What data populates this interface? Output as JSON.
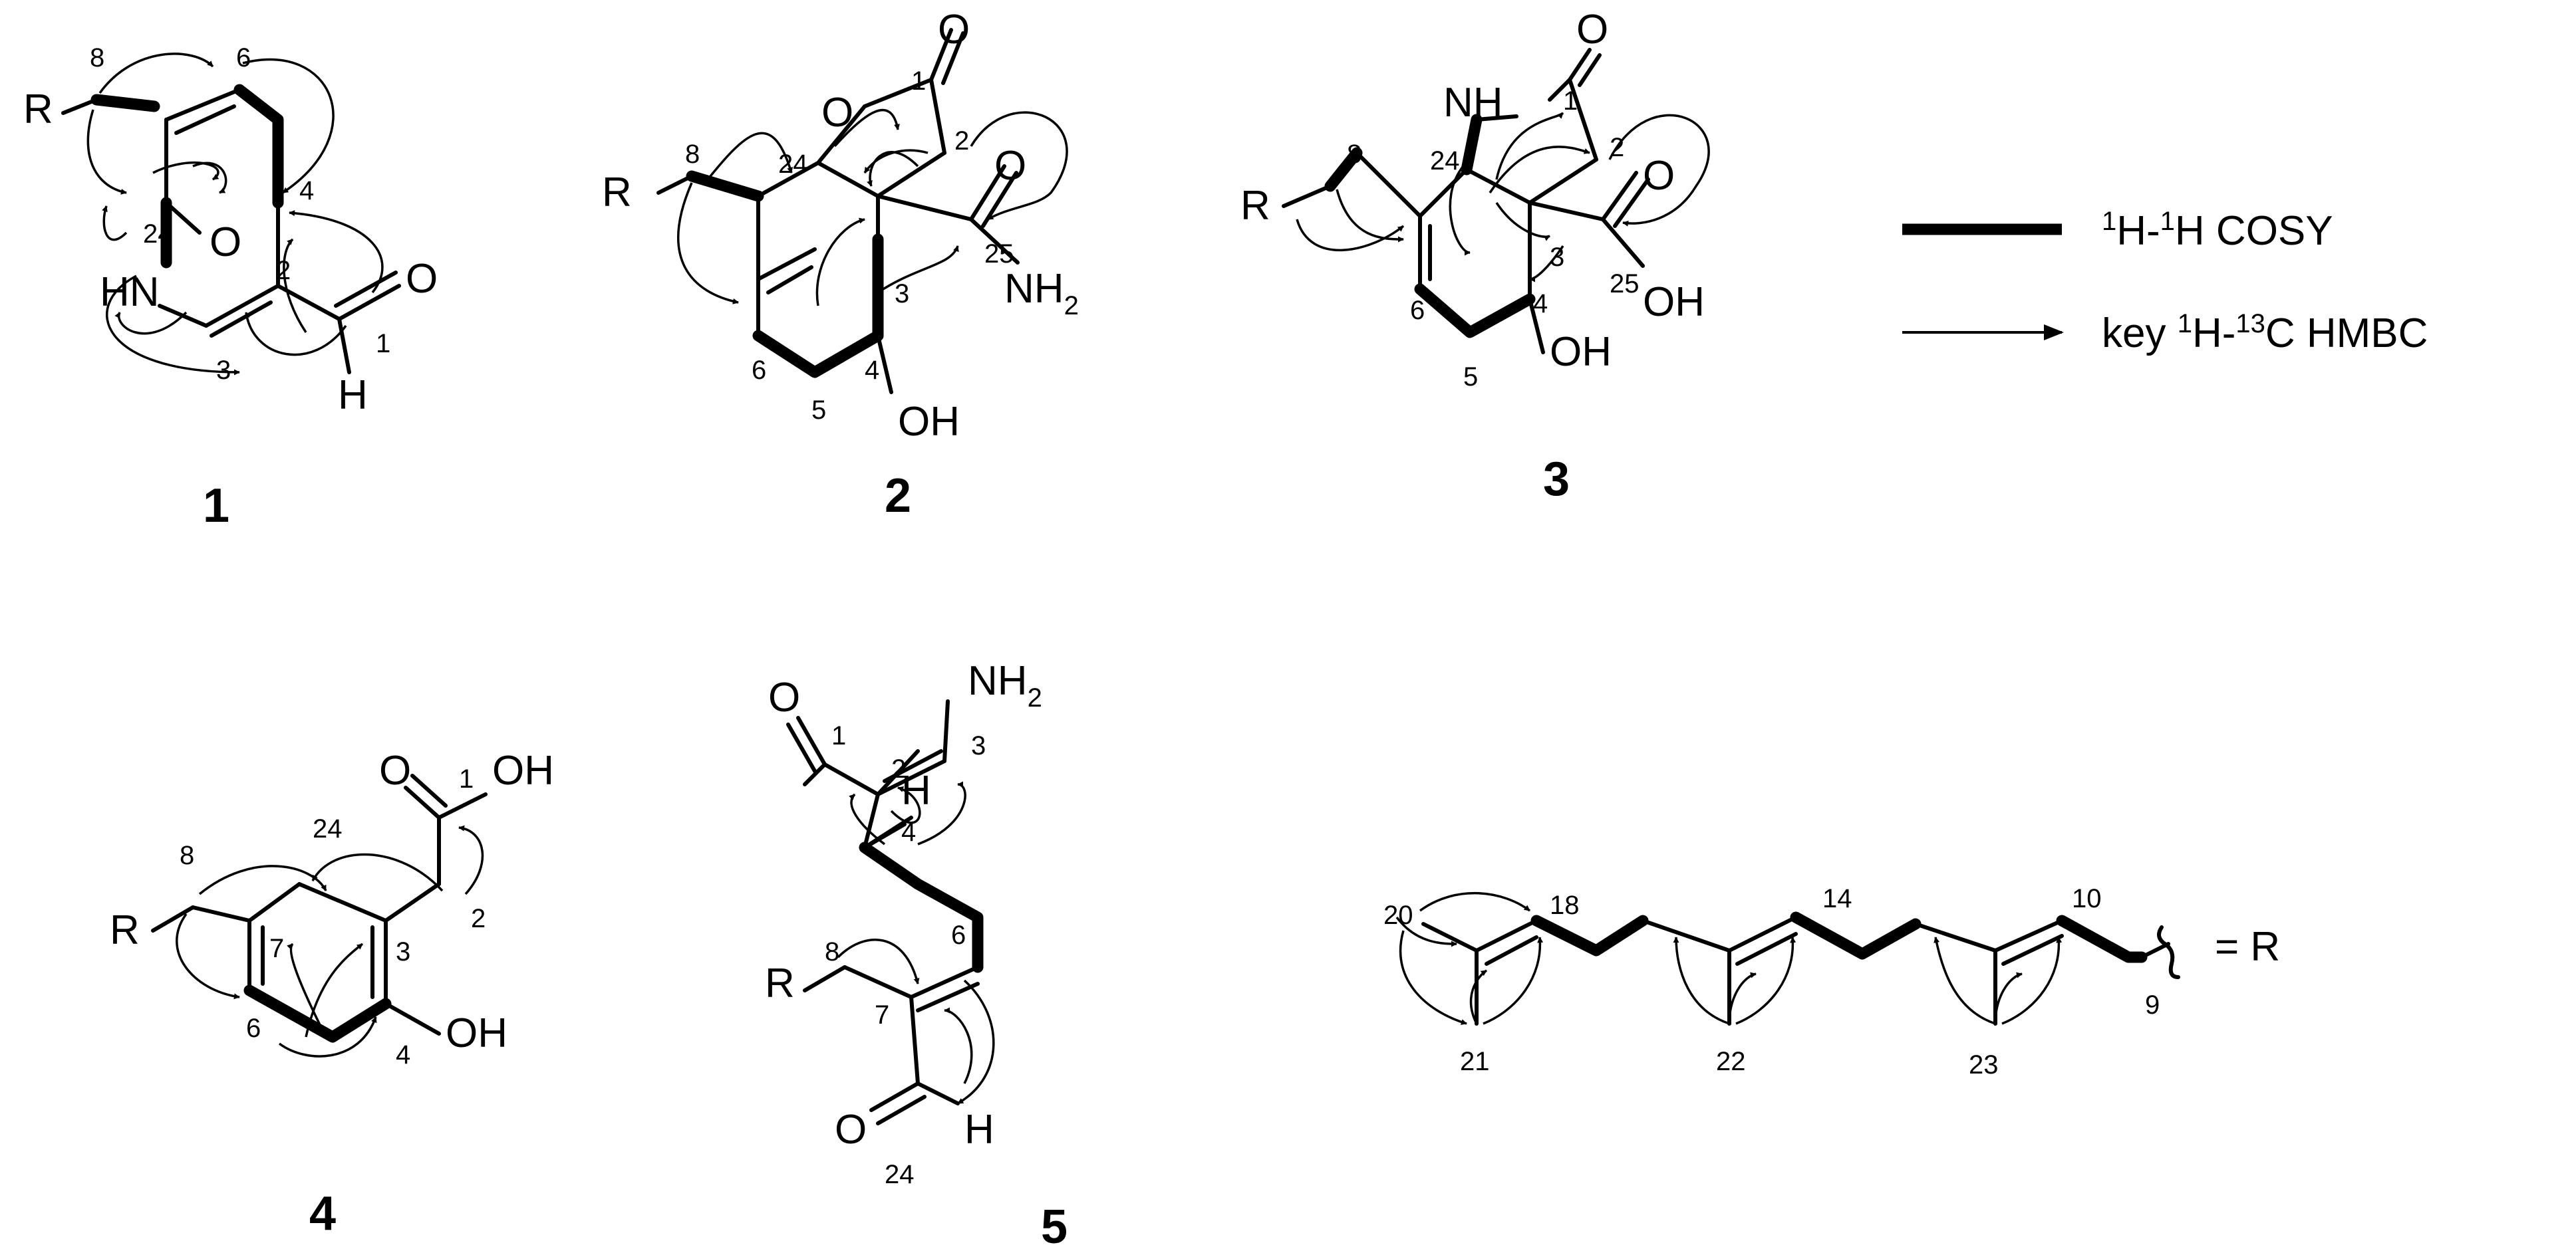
{
  "legend": {
    "cosy_label": "1H-1H COSY",
    "hmbc_label": "key 1H-13C HMBC",
    "cosy_parts": {
      "sup1": "1",
      "h1": "H-",
      "sup2": "1",
      "h2": "H COSY"
    },
    "hmbc_parts": {
      "pre": "key ",
      "sup1": "1",
      "h1": "H-",
      "sup2": "13",
      "c": "C HMBC"
    }
  },
  "compound_ids": [
    "1",
    "2",
    "3",
    "4",
    "5"
  ],
  "r_group": {
    "equals_label": "= R"
  },
  "atoms": {
    "R": "R",
    "HN": "HN",
    "O": "O",
    "H": "H",
    "NH": "NH",
    "OH": "OH"
  }
}
